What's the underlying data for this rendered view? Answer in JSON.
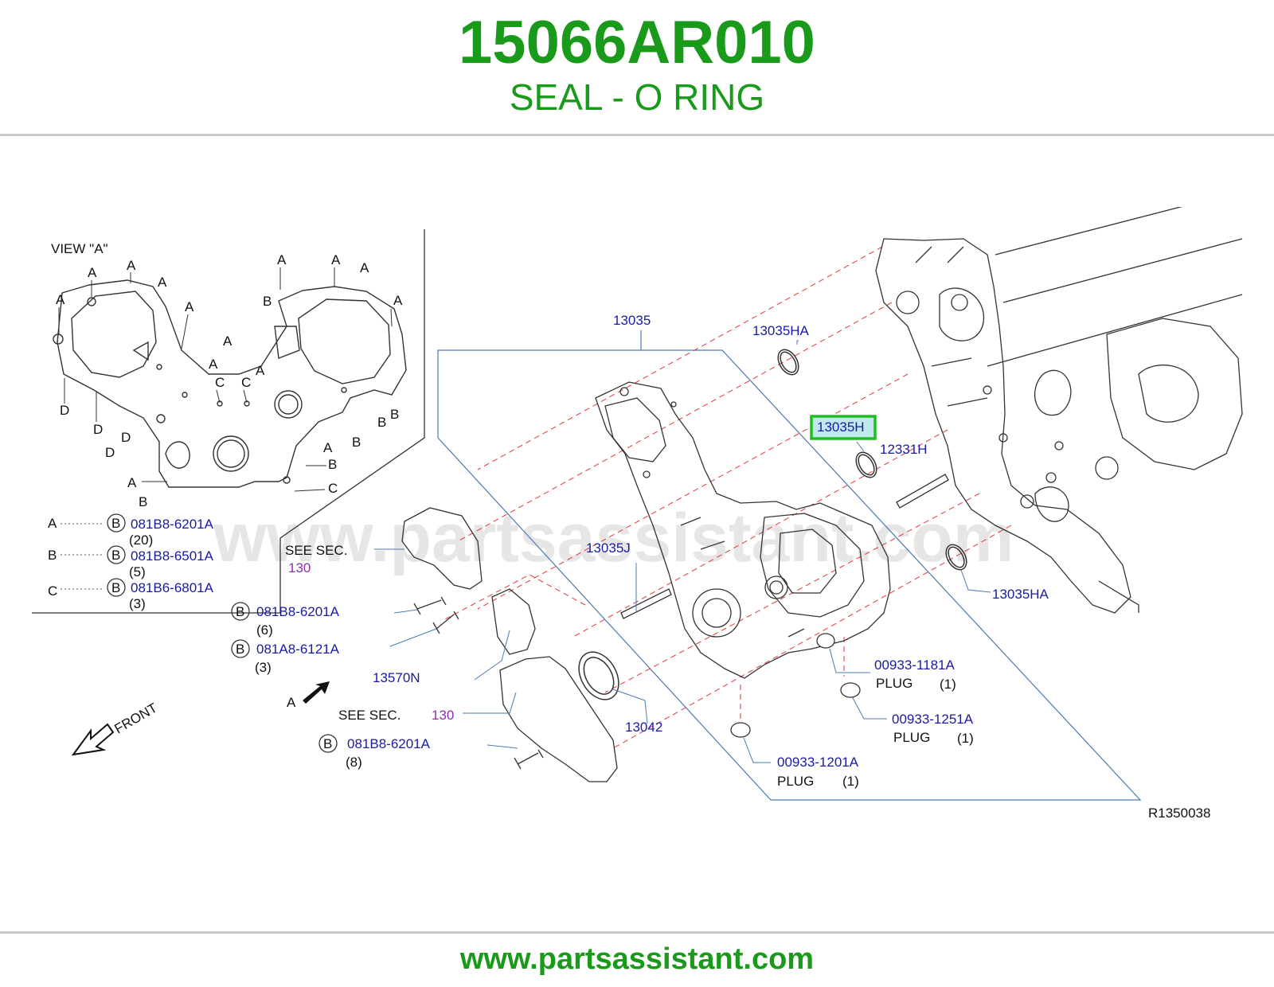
{
  "header": {
    "part_number": "15066AR010",
    "part_name": "SEAL - O RING"
  },
  "footer": {
    "url": "www.partsassistant.com"
  },
  "colors": {
    "brand_green": "#199a1a",
    "callout_blue": "#1a1aa8",
    "section_purple": "#8a2fb0",
    "highlight_green": "#1fbf1f",
    "highlight_fill": "#bfe9ec"
  },
  "diagram": {
    "watermark": "www.partsassistant.com",
    "reference": "R1350038",
    "view_a": {
      "title": "VIEW   \"A\"",
      "letters": [
        "A",
        "B",
        "C",
        "D"
      ],
      "legend": [
        {
          "letter": "A",
          "circle": "B",
          "part": "081B8-6201A",
          "qty": "(20)"
        },
        {
          "letter": "B",
          "circle": "B",
          "part": "081B8-6501A",
          "qty": "(5)"
        },
        {
          "letter": "C",
          "circle": "B",
          "part": "081B6-6801A",
          "qty": "(3)"
        }
      ]
    },
    "front_label": "FRONT",
    "arrow_a_label": "A",
    "see_sec": [
      {
        "text": "SEE   SEC.",
        "sec": "130"
      },
      {
        "text": "SEE   SEC.",
        "sec": "130"
      }
    ],
    "bolts": [
      {
        "circle": "B",
        "part": "081B8-6201A",
        "qty": "(6)"
      },
      {
        "circle": "B",
        "part": "081A8-6121A",
        "qty": "(3)"
      },
      {
        "circle": "B",
        "part": "081B8-6201A",
        "qty": "(8)"
      }
    ],
    "callouts": {
      "c13035": "13035",
      "c13035HA_top": "13035HA",
      "c13035H": "13035H",
      "c12331H": "12331H",
      "c13035J": "13035J",
      "c13035HA_right": "13035HA",
      "c13570N": "13570N",
      "c13042": "13042"
    },
    "plugs": [
      {
        "part": "00933-1181A",
        "name": "PLUG",
        "qty": "(1)"
      },
      {
        "part": "00933-1251A",
        "name": "PLUG",
        "qty": "(1)"
      },
      {
        "part": "00933-1201A",
        "name": "PLUG",
        "qty": "(1)"
      }
    ]
  }
}
